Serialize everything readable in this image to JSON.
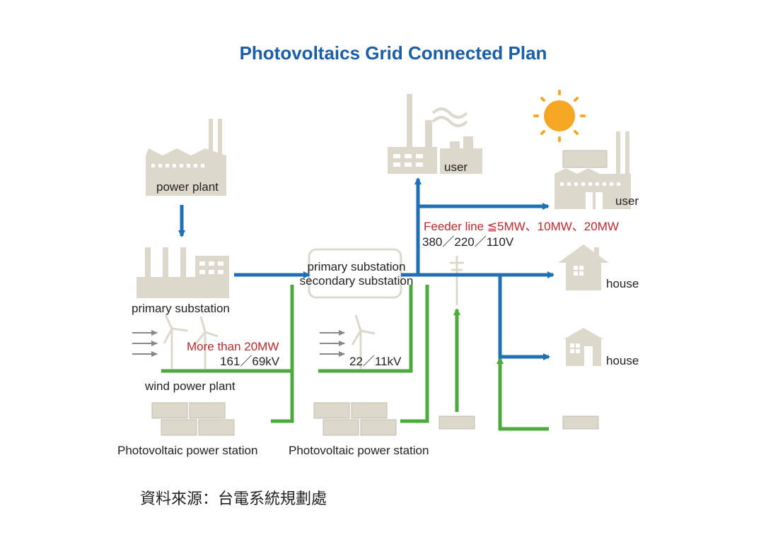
{
  "title": "Photovoltaics Grid Connected Plan",
  "labels": {
    "power_plant": "power plant",
    "primary_substation": "primary substation",
    "wind_power_plant": "wind power plant",
    "more_than": "More than 20MW",
    "voltage_high": "161／69kV",
    "sub2_line1": "primary substation",
    "sub2_line2": "secondary substation",
    "voltage_mid": "22／11kV",
    "pv_station_1": "Photovoltaic power station",
    "pv_station_2": "Photovoltaic power station",
    "user_factory": "user",
    "user_solar": "user",
    "feeder": "Feeder line ≦5MW、10MW、20MW",
    "voltage_low": "380／220／110V",
    "house_1": "house",
    "house_2": "house"
  },
  "source": "資料來源：台電系統規劃處",
  "colors": {
    "title": "#1a5ea8",
    "blue_flow": "#1f6fb5",
    "green_flow": "#4caa3c",
    "icon": "#dcd8cc",
    "icon_dark": "#cfcabd",
    "sun": "#f5a623",
    "red_text": "#c0282d"
  }
}
